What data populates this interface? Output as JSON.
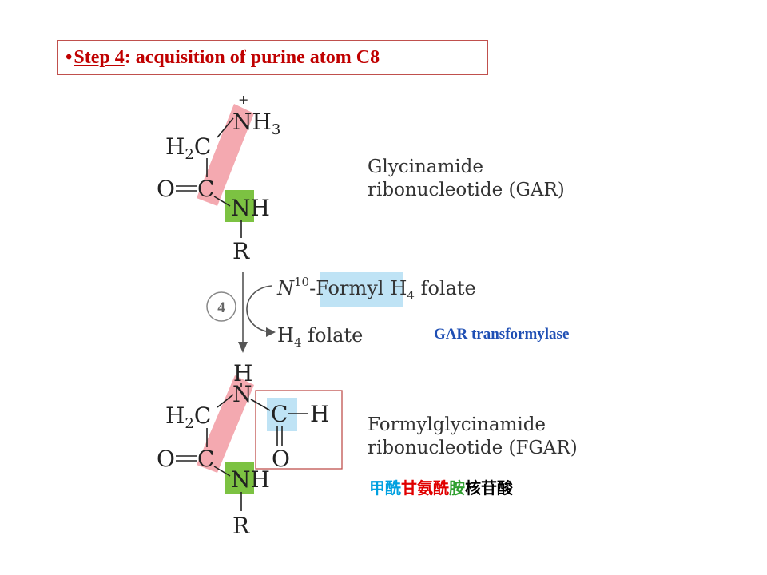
{
  "title": {
    "bullet": "•",
    "step_label": "Step 4",
    "rest": ": acquisition of purine atom C8"
  },
  "gar_name": {
    "line1": "Glycinamide",
    "line2": "ribonucleotide (GAR)"
  },
  "fgar_name": {
    "line1": "Formylglycinamide",
    "line2": "ribonucleotide (FGAR)"
  },
  "reaction": {
    "step_number": "4",
    "cofactor_in_prefix": "N",
    "cofactor_in_sup": "10",
    "cofactor_in_formyl": "-Formyl",
    "cofactor_in_suffix": "H",
    "cofactor_in_sub": "4",
    "cofactor_in_end": " folate",
    "cofactor_out_h": "H",
    "cofactor_out_sub": "4",
    "cofactor_out_end": " folate"
  },
  "enzyme": "GAR transformylase",
  "chinese_name": {
    "parts": [
      {
        "text": "甲酰",
        "color": "#00a0e0"
      },
      {
        "text": "甘氨酰",
        "color": "#e00000"
      },
      {
        "text": "胺",
        "color": "#2e9e2e"
      },
      {
        "text": "核苷酸",
        "color": "#000000"
      }
    ]
  },
  "atoms": {
    "plus": "+",
    "N": "N",
    "H": "H",
    "H3": "3",
    "H2": "2",
    "C": "C",
    "O": "O",
    "R": "R",
    "NH": "NH"
  },
  "colors": {
    "glycine_highlight": "#f4a9b0",
    "nitrogen_highlight": "#7cc242",
    "formyl_highlight": "#bfe3f5",
    "title_red": "#c00000",
    "box_red": "#c0504d",
    "enzyme_blue": "#1f4fb4"
  }
}
